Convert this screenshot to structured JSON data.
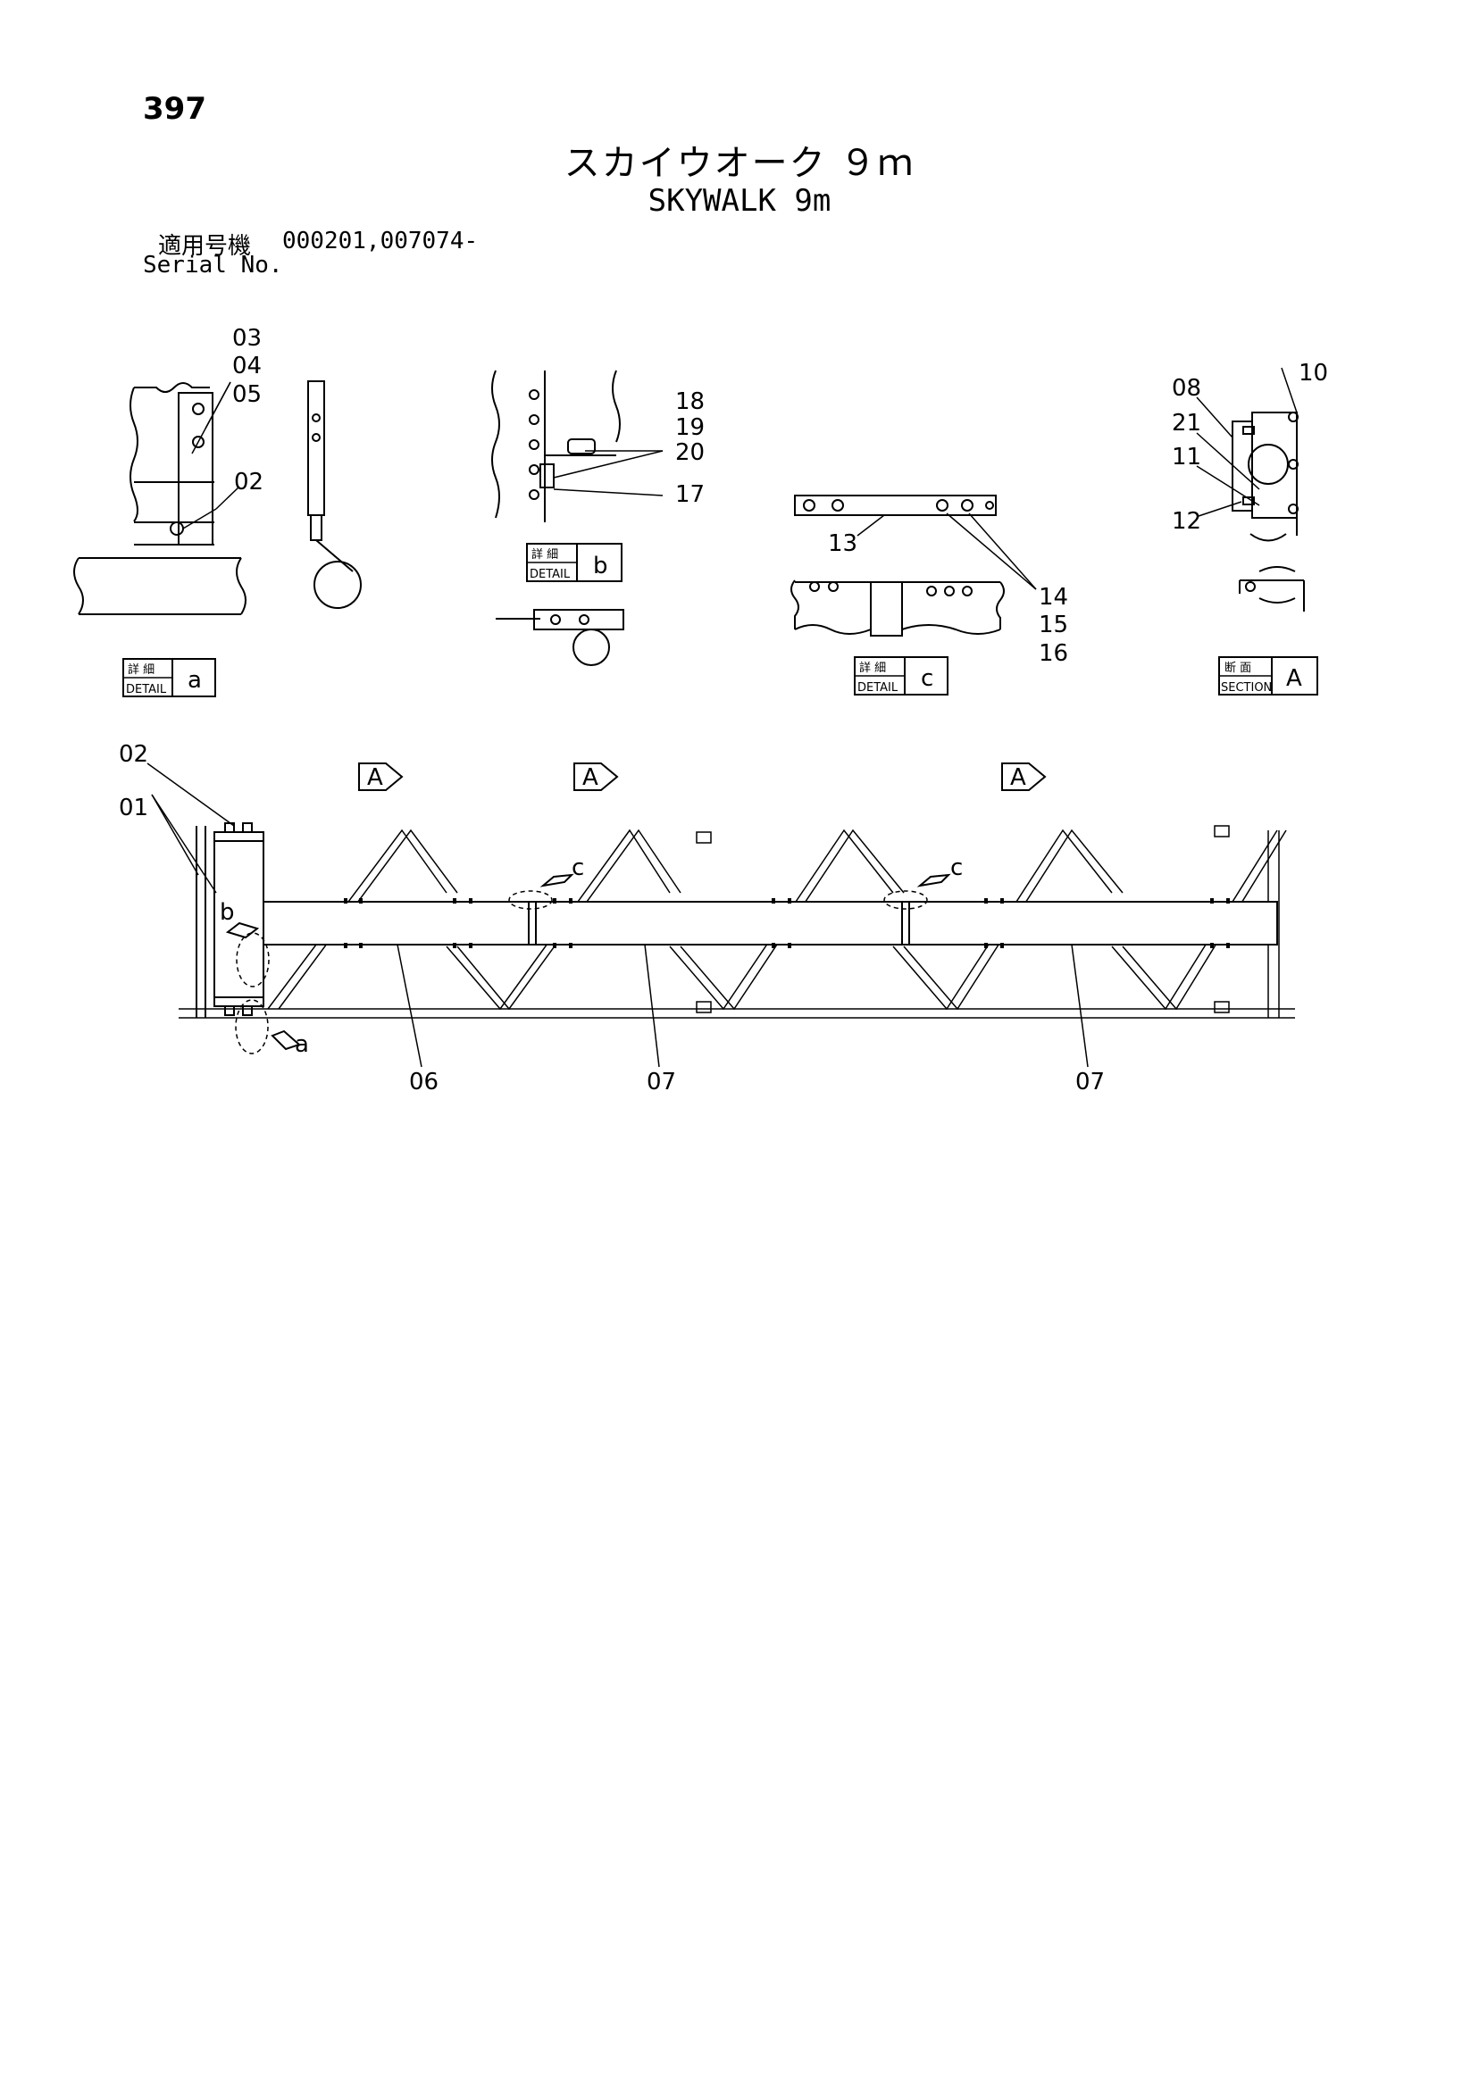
{
  "page": {
    "number": "397",
    "title_jp": "スカイウオーク ９ｍ",
    "title_en": "SKYWALK 9m",
    "serial_label_jp": "適用号機",
    "serial_numbers": "000201,007074-",
    "serial_label_en": "Serial No."
  },
  "detail_boxes": {
    "a": {
      "top": "詳 細",
      "bottom": "DETAIL",
      "letter": "a"
    },
    "b": {
      "top": "詳 細",
      "bottom": "DETAIL",
      "letter": "b"
    },
    "c": {
      "top": "詳 細",
      "bottom": "DETAIL",
      "letter": "c"
    },
    "A": {
      "top": "断 面",
      "bottom": "SECTION",
      "letter": "A"
    }
  },
  "section_marker_letter": "A",
  "detail_refs": {
    "a": "a",
    "b": "b",
    "c": "c"
  },
  "part_numbers": {
    "p01": "01",
    "p02": "02",
    "p03": "03",
    "p04": "04",
    "p05": "05",
    "p06": "06",
    "p07": "07",
    "p08": "08",
    "p10": "10",
    "p11": "11",
    "p12": "12",
    "p13": "13",
    "p14": "14",
    "p15": "15",
    "p16": "16",
    "p17": "17",
    "p18": "18",
    "p19": "19",
    "p20": "20",
    "p21": "21"
  }
}
